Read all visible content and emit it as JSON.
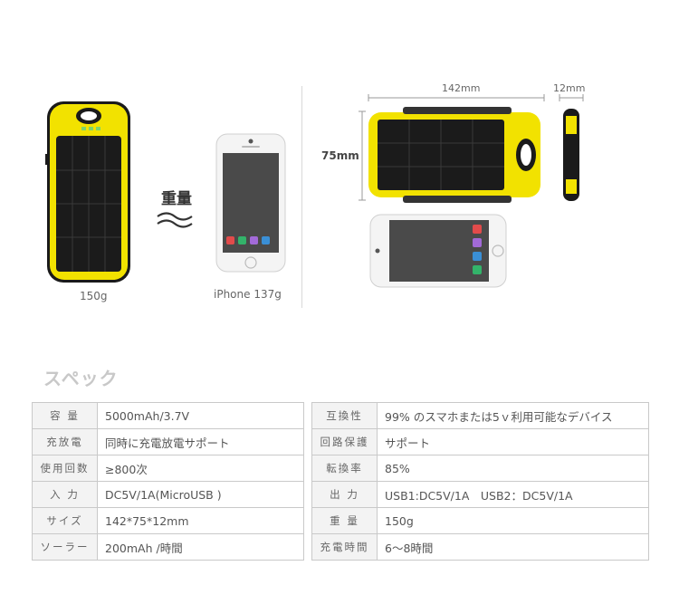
{
  "left_product": {
    "weight_caption": "150g"
  },
  "comparison": {
    "weight_label": "重量",
    "approx_symbol": "≈"
  },
  "phone": {
    "caption": "iPhone 137g"
  },
  "dimensions": {
    "length": "142mm",
    "thickness": "12mm",
    "height": "75mm"
  },
  "spec_title": "スペック",
  "colors": {
    "accent_yellow": "#f2e200",
    "panel_black": "#1c1c1c",
    "table_border": "#c9c9c9"
  },
  "specs_left": [
    {
      "label": "容 量",
      "value": "5000mAh/3.7V"
    },
    {
      "label": "充放電",
      "value": "同時に充電放電サポート"
    },
    {
      "label": "使用回数",
      "value": "≥800次"
    },
    {
      "label": "入 力",
      "value": "DC5V/1A(MicroUSB )"
    },
    {
      "label": "サイズ",
      "value": "142*75*12mm"
    },
    {
      "label": "ソーラー",
      "value": "200mAh /時間"
    }
  ],
  "specs_right": [
    {
      "label": "互換性",
      "value": "99% のスマホまたは5ｖ利用可能なデバイス"
    },
    {
      "label": "回路保護",
      "value": "サポート"
    },
    {
      "label": "転換率",
      "value": "85%"
    },
    {
      "label": "出 力",
      "value": "USB1:DC5V/1A　USB2：DC5V/1A"
    },
    {
      "label": "重 量",
      "value": "150g"
    },
    {
      "label": "充電時間",
      "value": "6～8時間"
    }
  ]
}
